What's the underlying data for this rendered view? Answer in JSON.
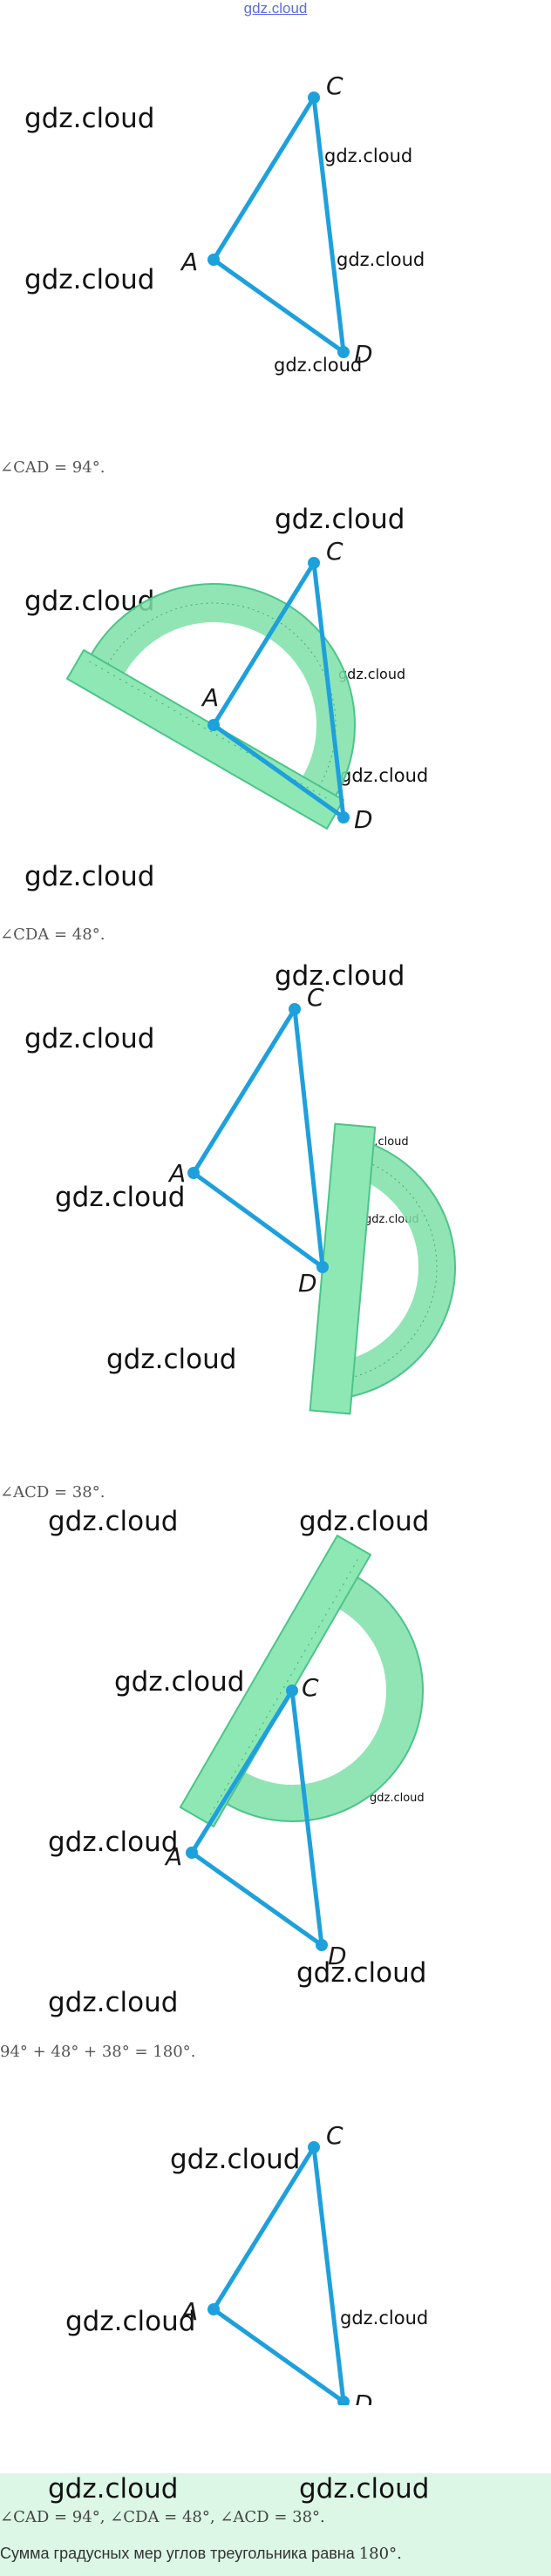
{
  "header": {
    "site_link": "gdz.cloud"
  },
  "watermark": "gdz.cloud",
  "vertices": {
    "a": "A",
    "c": "C",
    "d": "D"
  },
  "steps": {
    "cad": "∠CAD = 94°.",
    "cda": "∠CDA = 48°.",
    "acd": "∠ACD = 38°.",
    "sum": "94° + 48° + 38° = 180°."
  },
  "summary": {
    "angles": "∠CAD = 94°, ∠CDA = 48°, ∠ACD = 38°.",
    "conclusion_text": "Сумма градусных мер углов треугольника равна",
    "conclusion_value": "180°."
  },
  "colors": {
    "triangle": "#1ea0dc",
    "protractor": "#7ee0a8",
    "summary_bg": "#dcf7e6"
  }
}
